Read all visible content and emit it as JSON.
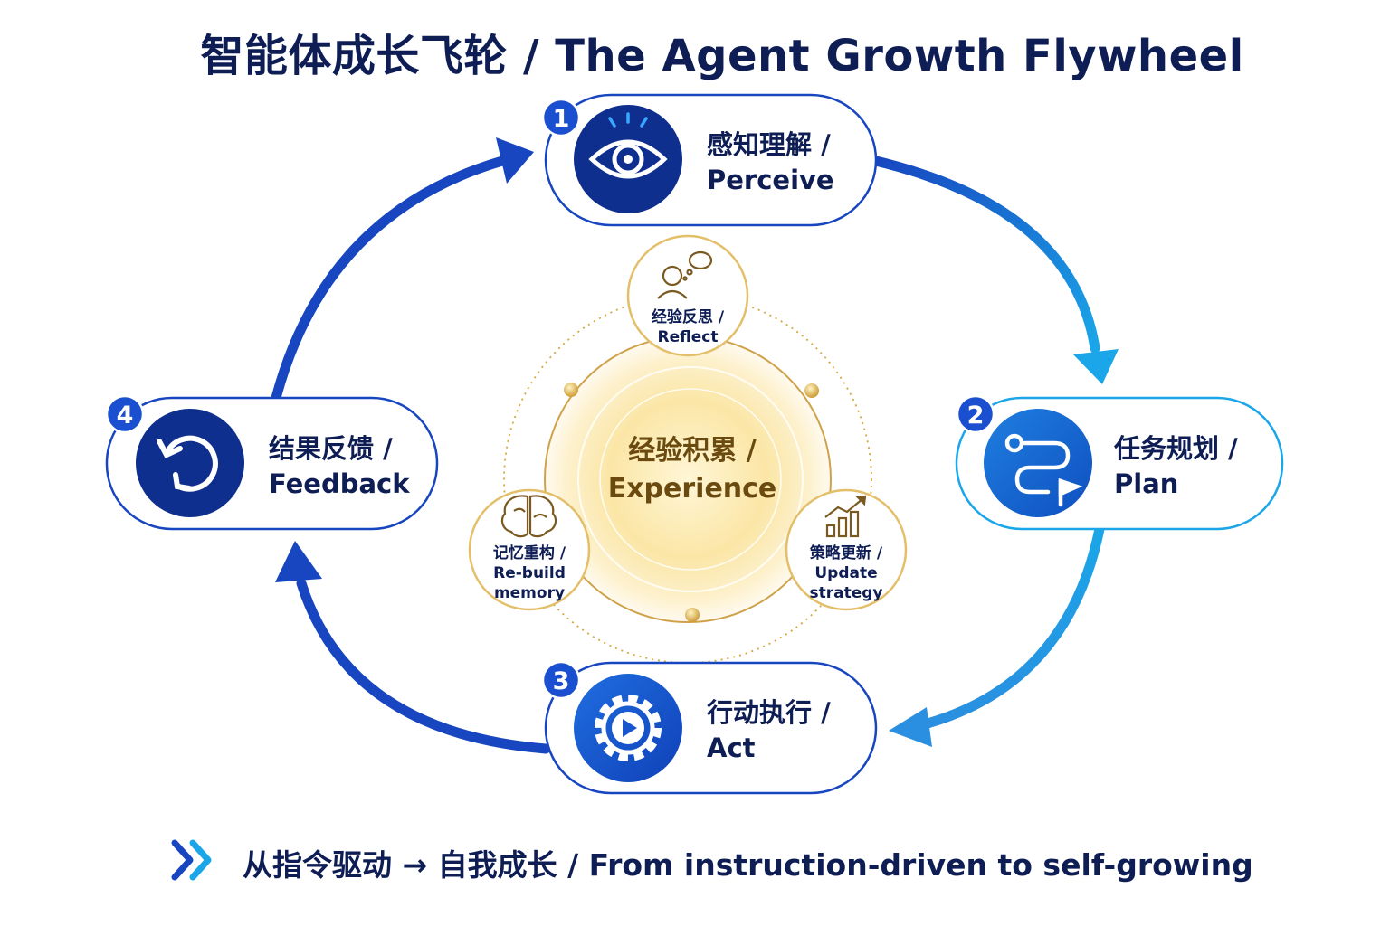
{
  "title": "智能体成长飞轮 / The Agent Growth Flywheel",
  "stages": [
    {
      "number": "1",
      "label_cn": "感知理解 /",
      "label_en": "Perceive",
      "icon": "eye-icon"
    },
    {
      "number": "2",
      "label_cn": "任务规划 /",
      "label_en": "Plan",
      "icon": "route-flag-icon"
    },
    {
      "number": "3",
      "label_cn": "行动执行 /",
      "label_en": "Act",
      "icon": "gear-play-icon"
    },
    {
      "number": "4",
      "label_cn": "结果反馈 /",
      "label_en": "Feedback",
      "icon": "refresh-icon"
    }
  ],
  "center": {
    "label_cn": "经验积累 /",
    "label_en": "Experience"
  },
  "satellites": [
    {
      "label_cn": "经验反思 /",
      "label_en": "Reflect",
      "icon": "thinking-person-icon"
    },
    {
      "label_cn": "记忆重构 /",
      "label_en_1": "Re-build",
      "label_en_2": "memory",
      "icon": "brain-icon"
    },
    {
      "label_cn": "策略更新 /",
      "label_en_1": "Update",
      "label_en_2": "strategy",
      "icon": "growth-chart-icon"
    }
  ],
  "tagline": "从指令驱动 → 自我成长 / From instruction-driven to self-growing",
  "colors": {
    "navy": "#0e1e55",
    "blue": "#1746c0",
    "cyan": "#1aa6e8",
    "gold": "#d6a73c",
    "gold_text": "#6b4a10"
  }
}
